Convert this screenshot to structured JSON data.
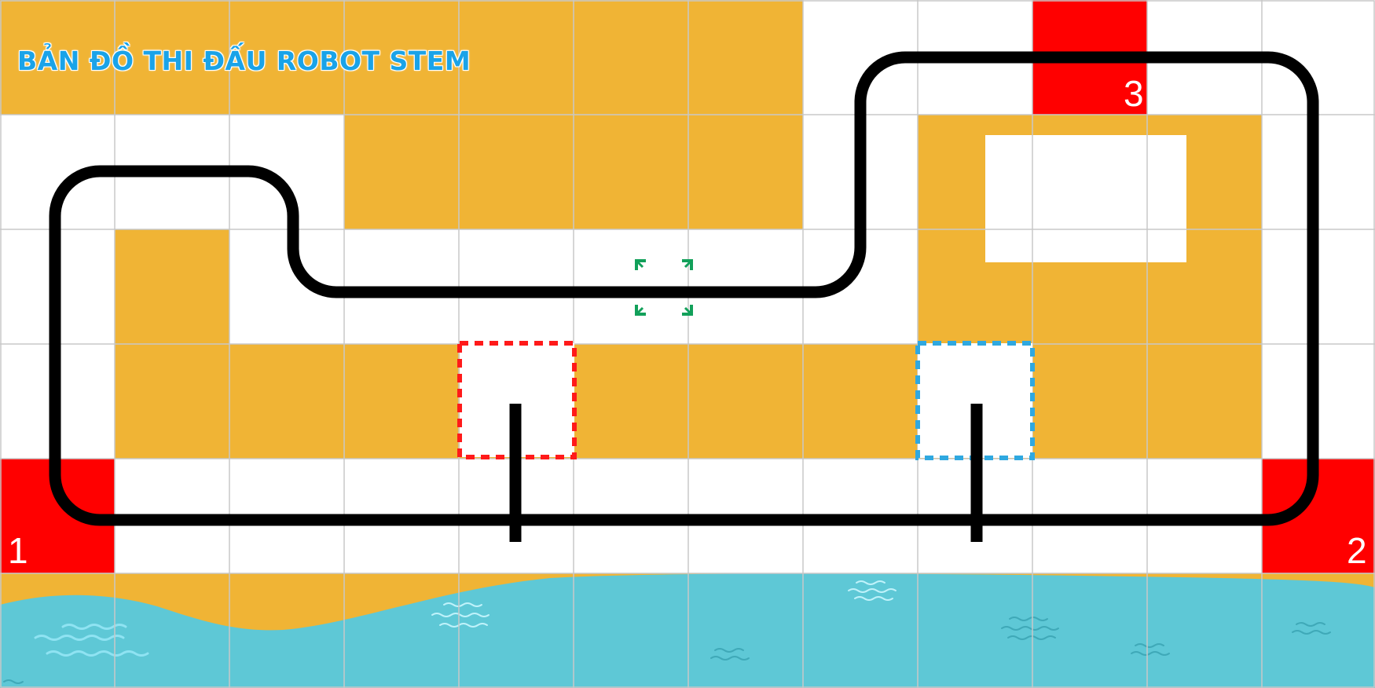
{
  "title": "BẢN ĐỒ THI ĐẤU ROBOT STEM",
  "grid": {
    "columns": 12,
    "rows": 6
  },
  "zones": [
    {
      "number": "1",
      "cell": [
        0,
        4
      ]
    },
    {
      "number": "2",
      "cell": [
        11,
        4
      ]
    },
    {
      "number": "3",
      "cell": [
        9,
        0
      ]
    }
  ],
  "colors": {
    "yellow_tile": "#f0b435",
    "white_tile": "#ffffff",
    "grid_line": "#c8c8c8",
    "track": "#000000",
    "zone_red": "#ff0000",
    "zone_label": "#ffffff",
    "title": "#1aa3e8",
    "water": "#5ec8d6",
    "red_checkpoint": "#ff1a1a",
    "blue_checkpoint": "#2fa8e0",
    "target_marker": "#12a05a"
  },
  "icons": [
    "wave-icon",
    "target-crosshair-icon"
  ]
}
